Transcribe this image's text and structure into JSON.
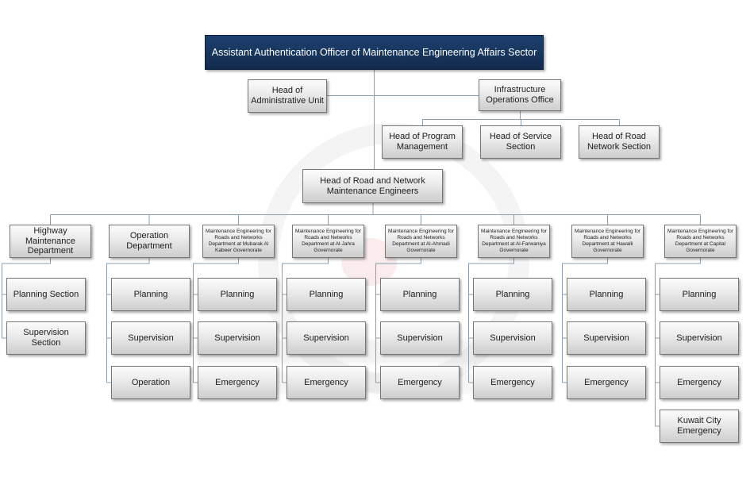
{
  "colors": {
    "root_bg": "#17355C",
    "root_text": "#FFFFFF",
    "box_border": "#767676",
    "connector": "#8AA0B2"
  },
  "nodes": {
    "root": "Assistant Authentication Officer of Maintenance Engineering Affairs Sector",
    "admin_unit": "Head of Administrative Unit",
    "infra_office": "Infrastructure Operations Office",
    "program_mgmt": "Head of Program Management",
    "service_section": "Head of Service Section",
    "road_network_section": "Head of Road Network Section",
    "road_network_engineers": "Head of Road and Network Maintenance Engineers"
  },
  "departments": [
    {
      "name": "Highway Maintenance Department",
      "sections": [
        "Planning Section",
        "Supervision Section"
      ]
    },
    {
      "name": "Operation Department",
      "sections": [
        "Planning",
        "Supervision",
        "Operation"
      ]
    },
    {
      "name": "Maintenance Engineering for Roads and Networks Department at Mubarak Al Kabeer Governorate",
      "sections": [
        "Planning",
        "Supervision",
        "Emergency"
      ]
    },
    {
      "name": "Maintenance Engineering for Roads and Networks Department at Al-Jahra Governorate",
      "sections": [
        "Planning",
        "Supervision",
        "Emergency"
      ]
    },
    {
      "name": "Maintenance Engineering for Roads and Networks Department at Al-Ahmadi Governorate",
      "sections": [
        "Planning",
        "Supervision",
        "Emergency"
      ]
    },
    {
      "name": "Maintenance Engineering for Roads and Networks Department at Al-Farwaniya Governorate",
      "sections": [
        "Planning",
        "Supervision",
        "Emergency"
      ]
    },
    {
      "name": "Maintenance Engineering for Roads and Networks Department at Hawalli Governorate",
      "sections": [
        "Planning",
        "Supervision",
        "Emergency"
      ]
    },
    {
      "name": "Maintenance Engineering for Roads and Networks Department at Capital Governorate",
      "sections": [
        "Planning",
        "Supervision",
        "Emergency",
        "Kuwait City Emergency"
      ]
    }
  ]
}
